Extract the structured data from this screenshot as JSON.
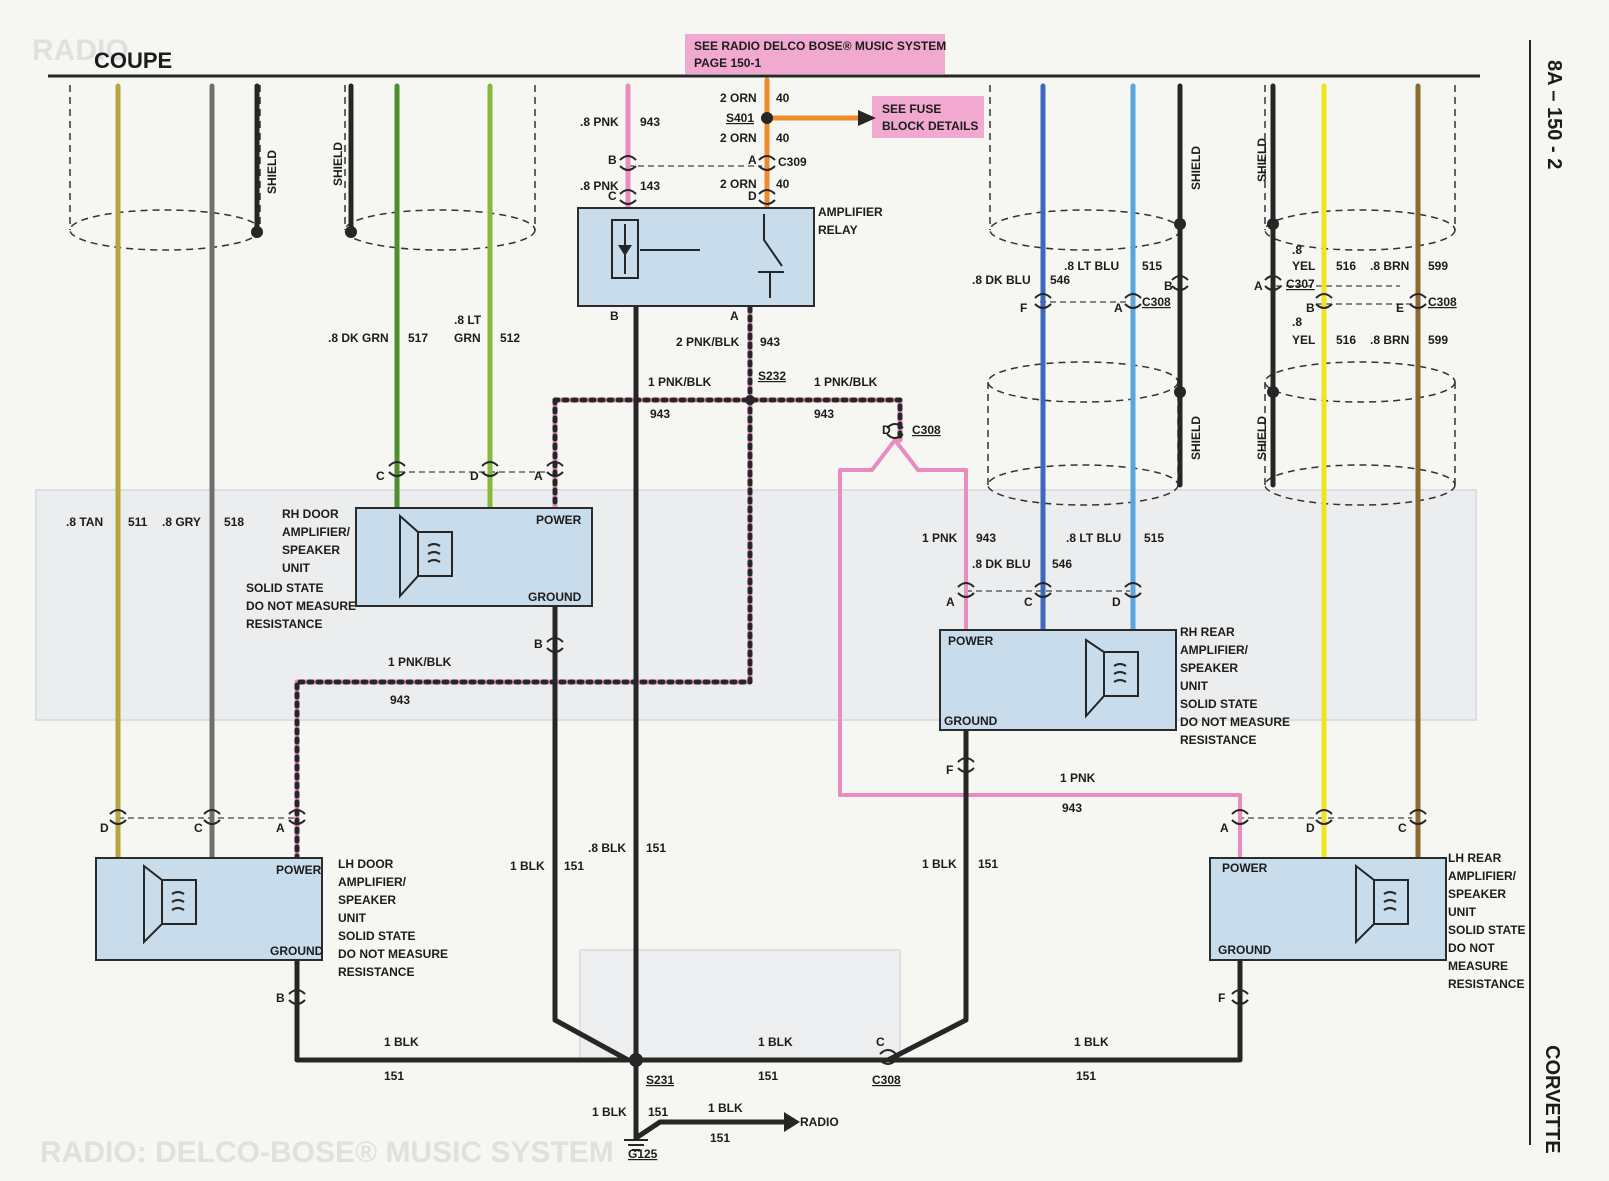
{
  "page": {
    "title": "COUPE",
    "side_code": "8A – 150 - 2",
    "side_model": "CORVETTE",
    "ghost_title": "RADIO: DELCO-BOSE® MUSIC SYSTEM",
    "ghost_top": "RADIO"
  },
  "notes": {
    "see_radio_line1": "SEE RADIO DELCO BOSE® MUSIC SYSTEM",
    "see_radio_line2": "PAGE 150-1",
    "see_fuse_line1": "SEE FUSE",
    "see_fuse_line2": "BLOCK DETAILS"
  },
  "components": {
    "amp_relay": [
      "AMPLIFIER",
      "RELAY"
    ],
    "rh_door": {
      "name": [
        "RH DOOR",
        "AMPLIFIER/",
        "SPEAKER",
        "UNIT"
      ],
      "note": [
        "SOLID STATE",
        "DO NOT MEASURE",
        "RESISTANCE"
      ],
      "power": "POWER",
      "ground": "GROUND"
    },
    "lh_door": {
      "name": [
        "LH DOOR",
        "AMPLIFIER/",
        "SPEAKER",
        "UNIT"
      ],
      "note": [
        "SOLID STATE",
        "DO NOT MEASURE",
        "RESISTANCE"
      ],
      "power": "POWER",
      "ground": "GROUND"
    },
    "rh_rear": {
      "name": [
        "RH REAR",
        "AMPLIFIER/",
        "SPEAKER",
        "UNIT"
      ],
      "note": [
        "SOLID STATE",
        "DO NOT MEASURE",
        "RESISTANCE"
      ],
      "power": "POWER",
      "ground": "GROUND"
    },
    "lh_rear": {
      "name": [
        "LH REAR",
        "AMPLIFIER/",
        "SPEAKER",
        "UNIT"
      ],
      "note": [
        "SOLID STATE",
        "DO NOT",
        "MEASURE",
        "RESISTANCE"
      ],
      "power": "POWER",
      "ground": "GROUND"
    },
    "radio": "RADIO"
  },
  "wire_labels": {
    "orn_in_size": "2 ORN",
    "orn_in_circ": "40",
    "s401": "S401",
    "orn_mid_size": "2 ORN",
    "orn_mid_circ": "40",
    "orn_low_size": "2 ORN",
    "orn_low_circ": "40",
    "c309": "C309",
    "pnk_top_size": ".8 PNK",
    "pnk_top_circ": "943",
    "pnk_relay_size": ".8 PNK",
    "pnk_relay_circ": "143",
    "pnkblk_relay_size": "2 PNK/BLK",
    "pnkblk_relay_circ": "943",
    "s232": "S232",
    "pnkblk_left_size": "1 PNK/BLK",
    "pnkblk_left_circ": "943",
    "pnkblk_right_size": "1 PNK/BLK",
    "pnkblk_right_circ": "943",
    "pnkblk_lower_size": "1 PNK/BLK",
    "pnkblk_lower_circ": "943",
    "c308_top": "C308",
    "pnk_rhrear_size": "1 PNK",
    "pnk_rhrear_circ": "943",
    "pnk_lhrear_size": "1 PNK",
    "pnk_lhrear_circ": "943",
    "dkgrn_size": ".8 DK GRN",
    "dkgrn_circ": "517",
    "ltgrn_size1": ".8 LT",
    "ltgrn_size2": "GRN",
    "ltgrn_circ": "512",
    "tan_size": ".8 TAN",
    "tan_circ": "511",
    "gry_size": ".8 GRY",
    "gry_circ": "518",
    "dkblu_size": ".8 DK BLU",
    "dkblu_circ": "546",
    "ltblu_size": ".8 LT BLU",
    "ltblu_circ": "515",
    "dkblu_low_size": ".8 DK BLU",
    "dkblu_low_circ": "546",
    "ltblu_low_size": ".8 LT BLU",
    "ltblu_low_circ": "515",
    "yel_size1": ".8",
    "yel_size2": "YEL",
    "yel_circ": "516",
    "brn_size": ".8 BRN",
    "brn_circ": "599",
    "yel_low_size1": ".8",
    "yel_low_size2": "YEL",
    "yel_low_circ": "516",
    "brn_low_size": ".8 BRN",
    "brn_low_circ": "599",
    "c307": "C307",
    "c308_a": "C308",
    "c308_b": "C308",
    "blk_center_size": ".8 BLK",
    "blk_center_circ": "151",
    "blk_rhdoor_size": "1 BLK",
    "blk_rhdoor_circ": "151",
    "blk_rhrear_size": "1 BLK",
    "blk_rhrear_circ": "151",
    "blk_bottom_left_size": "1 BLK",
    "blk_bottom_left_circ": "151",
    "blk_bottom_mid_size": "1 BLK",
    "blk_bottom_mid_circ": "151",
    "blk_bottom_right_size": "1 BLK",
    "blk_bottom_right_circ": "151",
    "blk_g125_size": "1 BLK",
    "blk_g125_circ": "151",
    "blk_radio_size": "1 BLK",
    "blk_radio_circ": "151",
    "s231": "S231",
    "g125": "G125",
    "c308_bottom": "C308",
    "shield": "SHIELD"
  },
  "pins": {
    "a": "A",
    "b": "B",
    "c": "C",
    "d": "D",
    "e": "E",
    "f": "F"
  },
  "colors": {
    "tan": "#b6a43c",
    "gray": "#6f6f6f",
    "black": "#262626",
    "dk_green": "#4d8f2c",
    "lt_green": "#88b83a",
    "pink": "#e98cc0",
    "orange": "#f08a2a",
    "dk_blue": "#3f67c2",
    "lt_blue": "#5aa4e0",
    "yellow": "#f1e41f",
    "brown": "#8a6a2e",
    "box_fill": "#c9dcec",
    "note_fill": "#f1a9cf"
  }
}
